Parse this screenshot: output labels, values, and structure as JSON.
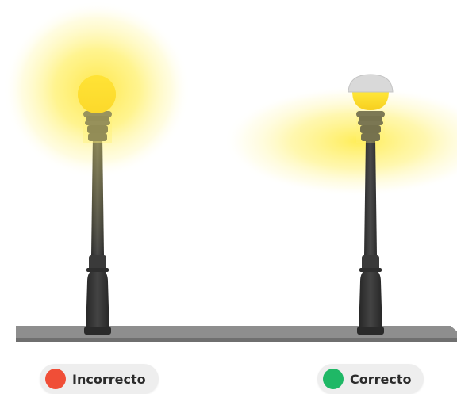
{
  "labels": {
    "incorrect": "Incorrecto",
    "correct": "Correcto"
  },
  "colors": {
    "incorrect_dot": "#f04e37",
    "correct_dot": "#1fb866",
    "light": "#ffe033",
    "glow": "#fff27a",
    "post": "#3a3a3a",
    "ground": "#8e8e8e",
    "shade": "#d9d9d9"
  },
  "lamps": [
    {
      "id": "left",
      "shielded": false
    },
    {
      "id": "right",
      "shielded": true
    }
  ]
}
